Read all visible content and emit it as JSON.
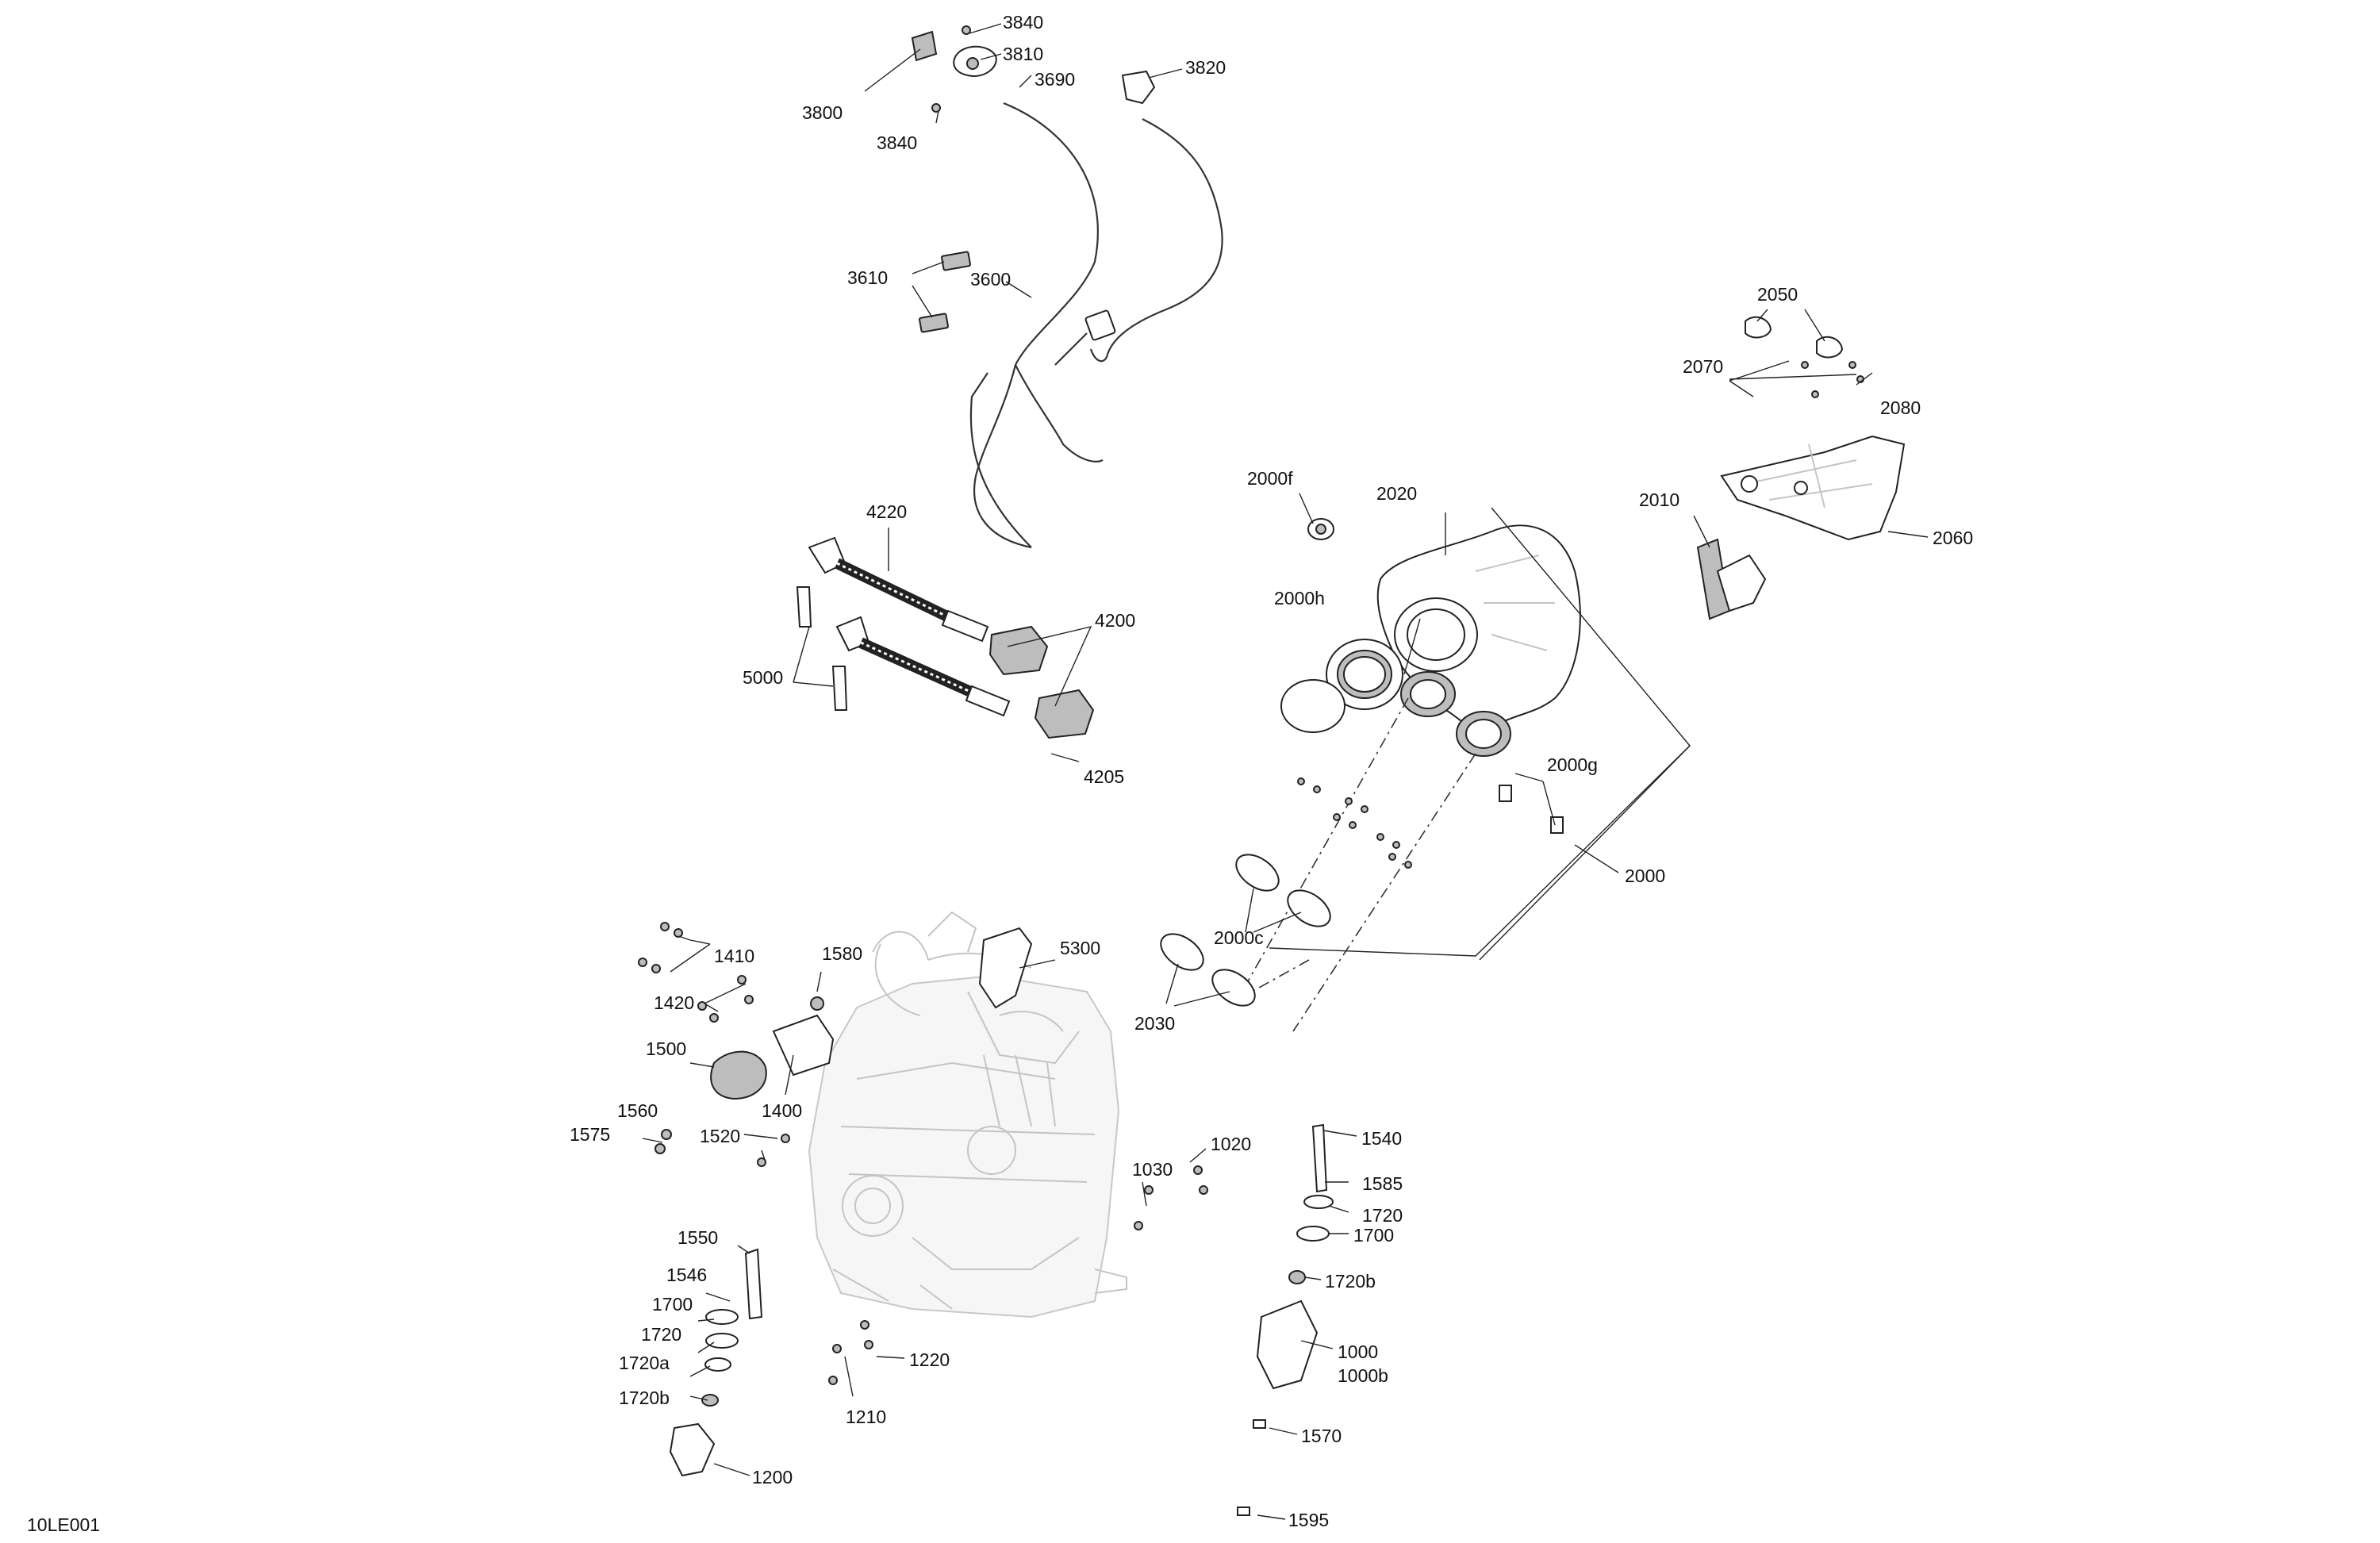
{
  "figure_code": "10LE001",
  "callouts": {
    "c3840a": "3840",
    "c3810": "3810",
    "c3690": "3690",
    "c3800": "3800",
    "c3840b": "3840",
    "c3820": "3820",
    "c3610": "3610",
    "c3600": "3600",
    "c4220": "4220",
    "c4200": "4200",
    "c5000": "5000",
    "c4205": "4205",
    "c2050": "2050",
    "c2070": "2070",
    "c2080": "2080",
    "c2010": "2010",
    "c2060": "2060",
    "c2000f": "2000f",
    "c2020": "2020",
    "c2000h": "2000h",
    "c2000g": "2000g",
    "c2000": "2000",
    "c2000c": "2000c",
    "c2030": "2030",
    "c5300": "5300",
    "c1410": "1410",
    "c1580": "1580",
    "c1420": "1420",
    "c1500": "1500",
    "c1400": "1400",
    "c1560": "1560",
    "c1575": "1575",
    "c1520": "1520",
    "c1550": "1550",
    "c1546": "1546",
    "c1700a": "1700",
    "c1720a": "1720",
    "c1720a2": "1720a",
    "c1720b": "1720b",
    "c1200": "1200",
    "c1220": "1220",
    "c1210": "1210",
    "c1030": "1030",
    "c1020": "1020",
    "c1540": "1540",
    "c1585": "1585",
    "c1720": "1720",
    "c1700": "1700",
    "c1720b2": "1720b",
    "c1000": "1000",
    "c1000b": "1000b",
    "c1570": "1570",
    "c1595": "1595"
  }
}
